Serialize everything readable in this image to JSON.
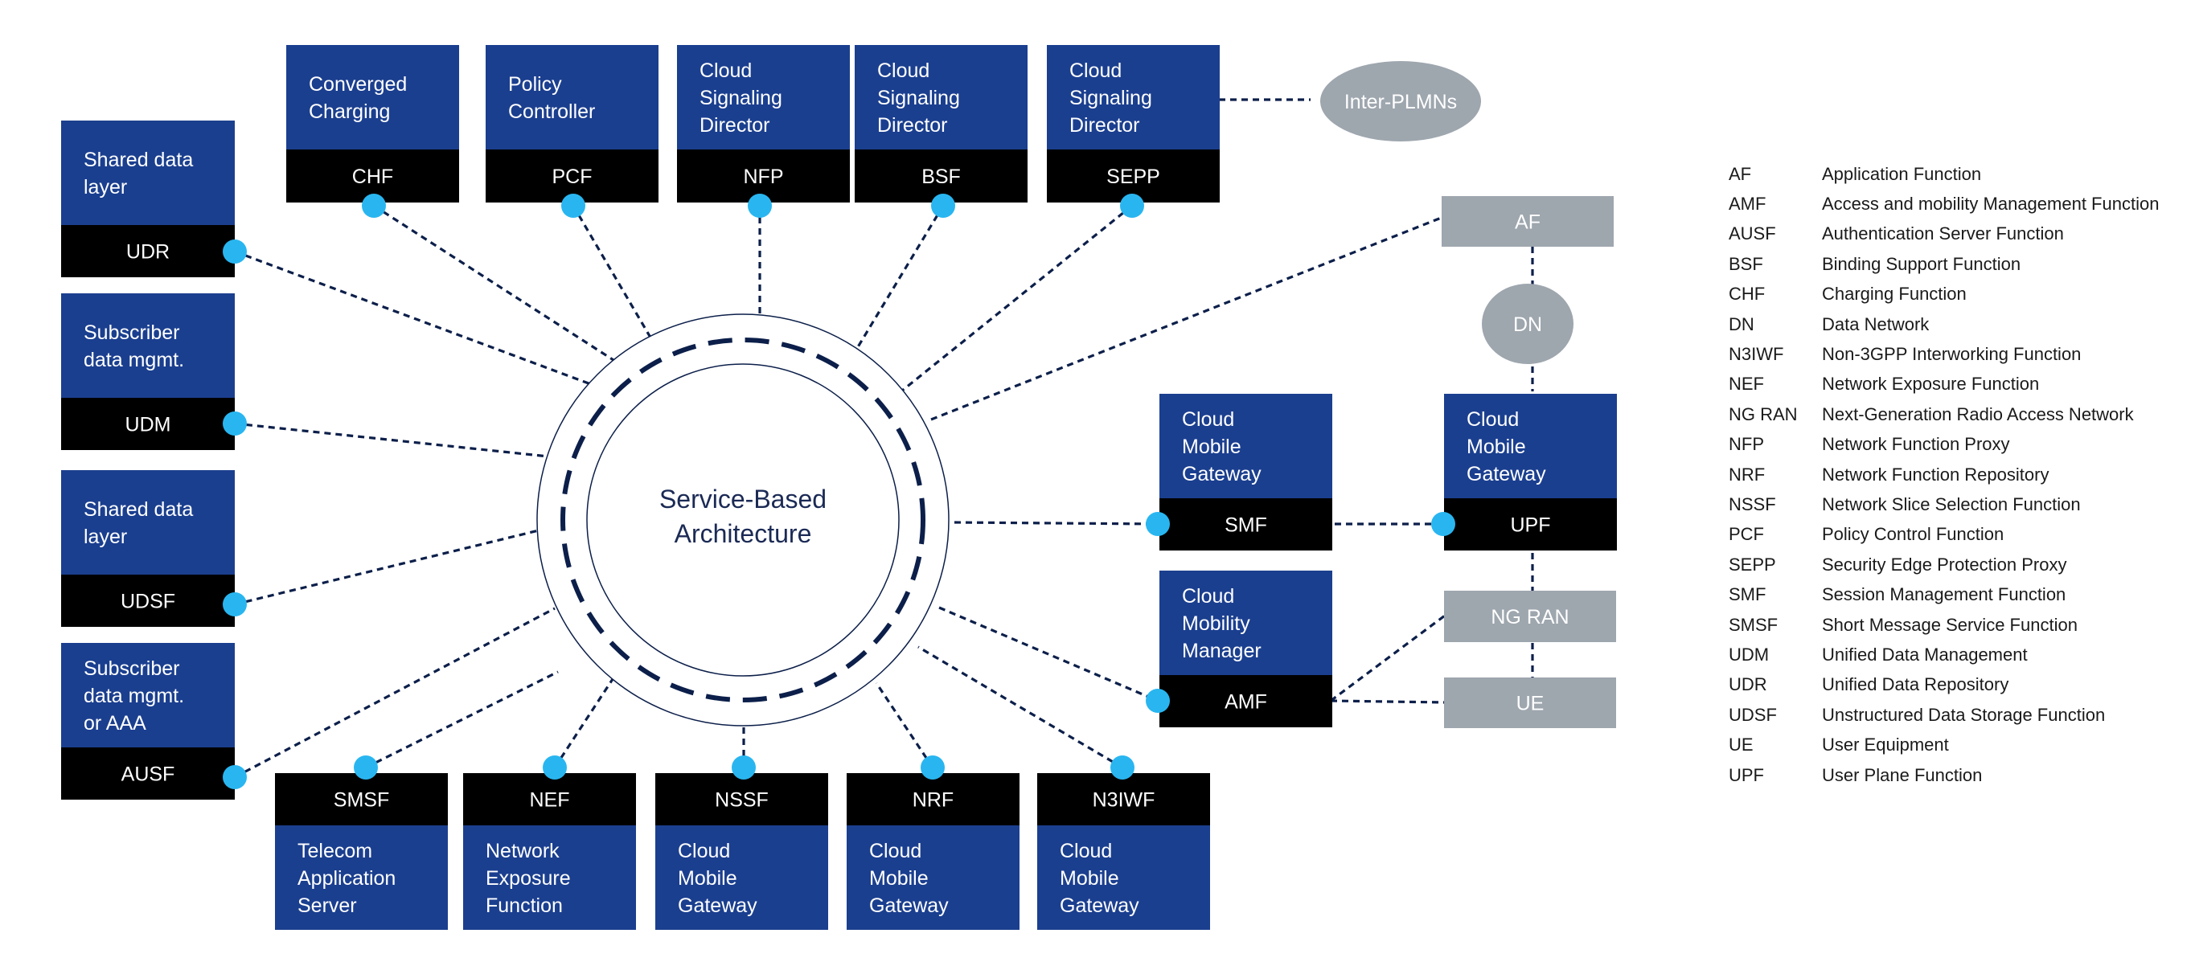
{
  "colors": {
    "blue": "#1b3f8f",
    "black": "#000000",
    "gray": "#9ea6ae",
    "dot": "#29b6f0",
    "line": "#0c1f4a"
  },
  "center": {
    "title_line1": "Service-Based",
    "title_line2": "Architecture"
  },
  "left_nodes": [
    {
      "desc": [
        "Shared data",
        "layer"
      ],
      "abbr": "UDR"
    },
    {
      "desc": [
        "Subscriber",
        "data mgmt."
      ],
      "abbr": "UDM"
    },
    {
      "desc": [
        "Shared data",
        "layer"
      ],
      "abbr": "UDSF"
    },
    {
      "desc": [
        "Subscriber",
        "data mgmt.",
        "or AAA"
      ],
      "abbr": "AUSF"
    }
  ],
  "top_nodes": [
    {
      "desc": [
        "Converged",
        "Charging"
      ],
      "abbr": "CHF"
    },
    {
      "desc": [
        "Policy",
        "Controller"
      ],
      "abbr": "PCF"
    },
    {
      "desc": [
        "Cloud",
        "Signaling",
        "Director"
      ],
      "abbr": "NFP"
    },
    {
      "desc": [
        "Cloud",
        "Signaling",
        "Director"
      ],
      "abbr": "BSF"
    },
    {
      "desc": [
        "Cloud",
        "Signaling",
        "Director"
      ],
      "abbr": "SEPP"
    }
  ],
  "bottom_nodes": [
    {
      "abbr": "SMSF",
      "desc": [
        "Telecom",
        "Application",
        "Server"
      ]
    },
    {
      "abbr": "NEF",
      "desc": [
        "Network",
        "Exposure",
        "Function"
      ]
    },
    {
      "abbr": "NSSF",
      "desc": [
        "Cloud",
        "Mobile",
        "Gateway"
      ]
    },
    {
      "abbr": "NRF",
      "desc": [
        "Cloud",
        "Mobile",
        "Gateway"
      ]
    },
    {
      "abbr": "N3IWF",
      "desc": [
        "Cloud",
        "Mobile",
        "Gateway"
      ]
    }
  ],
  "right_nodes": {
    "smf": {
      "desc": [
        "Cloud",
        "Mobile",
        "Gateway"
      ],
      "abbr": "SMF"
    },
    "upf": {
      "desc": [
        "Cloud",
        "Mobile",
        "Gateway"
      ],
      "abbr": "UPF"
    },
    "amf": {
      "desc": [
        "Cloud",
        "Mobility",
        "Manager"
      ],
      "abbr": "AMF"
    }
  },
  "gray_nodes": {
    "inter_plmns": "Inter-PLMNs",
    "af": "AF",
    "dn": "DN",
    "ng_ran": "NG RAN",
    "ue": "UE"
  },
  "legend": [
    {
      "abbr": "AF",
      "desc": "Application Function"
    },
    {
      "abbr": "AMF",
      "desc": "Access and mobility Management Function"
    },
    {
      "abbr": "AUSF",
      "desc": "Authentication Server Function"
    },
    {
      "abbr": "BSF",
      "desc": "Binding Support Function"
    },
    {
      "abbr": "CHF",
      "desc": "Charging Function"
    },
    {
      "abbr": "DN",
      "desc": "Data Network"
    },
    {
      "abbr": "N3IWF",
      "desc": "Non-3GPP Interworking Function"
    },
    {
      "abbr": "NEF",
      "desc": "Network Exposure Function"
    },
    {
      "abbr": "NG RAN",
      "desc": "Next-Generation Radio Access Network"
    },
    {
      "abbr": "NFP",
      "desc": "Network Function Proxy"
    },
    {
      "abbr": "NRF",
      "desc": "Network Function Repository"
    },
    {
      "abbr": "NSSF",
      "desc": "Network Slice Selection Function"
    },
    {
      "abbr": "PCF",
      "desc": "Policy Control Function"
    },
    {
      "abbr": "SEPP",
      "desc": "Security Edge Protection Proxy"
    },
    {
      "abbr": "SMF",
      "desc": "Session Management Function"
    },
    {
      "abbr": "SMSF",
      "desc": "Short Message Service Function"
    },
    {
      "abbr": "UDM",
      "desc": "Unified Data Management"
    },
    {
      "abbr": "UDR",
      "desc": "Unified Data Repository"
    },
    {
      "abbr": "UDSF",
      "desc": "Unstructured Data Storage Function"
    },
    {
      "abbr": "UE",
      "desc": "User Equipment"
    },
    {
      "abbr": "UPF",
      "desc": "User Plane Function"
    }
  ]
}
